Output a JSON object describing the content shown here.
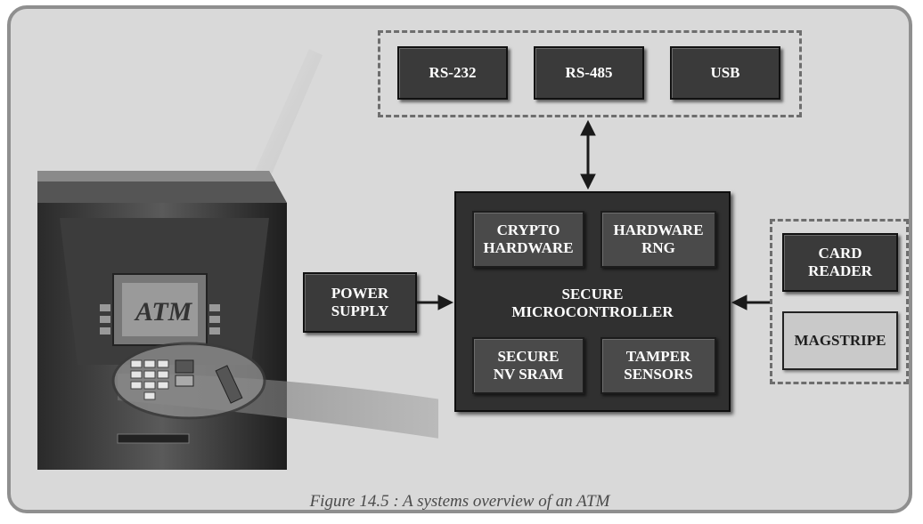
{
  "interfaces": {
    "rs232": "RS-232",
    "rs485": "RS-485",
    "usb": "USB"
  },
  "power_supply": {
    "line1": "POWER",
    "line2": "SUPPLY"
  },
  "microcontroller": {
    "label_line1": "SECURE",
    "label_line2": "MICROCONTROLLER",
    "crypto": {
      "line1": "CRYPTO",
      "line2": "HARDWARE"
    },
    "rng": {
      "line1": "HARDWARE",
      "line2": "RNG"
    },
    "sram": {
      "line1": "SECURE",
      "line2": "NV SRAM"
    },
    "tamper": {
      "line1": "TAMPER",
      "line2": "SENSORS"
    }
  },
  "card_reader": {
    "line1": "CARD",
    "line2": "READER"
  },
  "magstripe": "MAGSTRIPE",
  "atm_screen_text": "ATM",
  "caption": "Figure 14.5 : A systems overview of an ATM"
}
